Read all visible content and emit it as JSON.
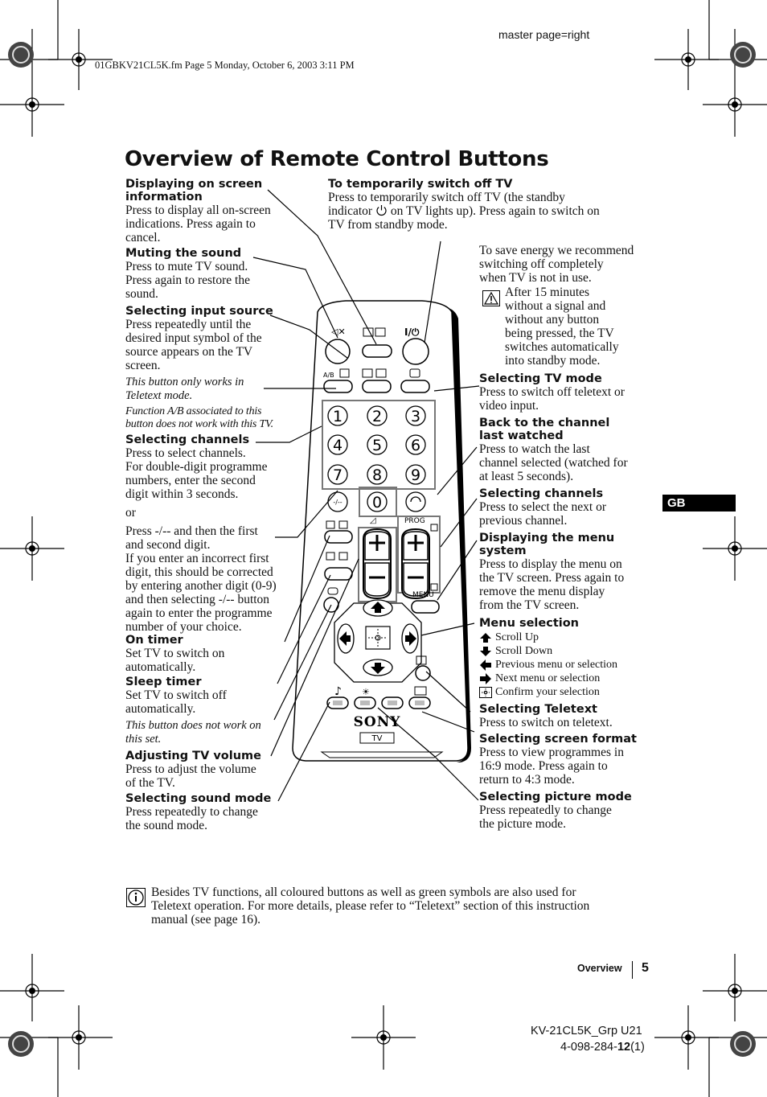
{
  "header": {
    "master": "master page=right",
    "file_info": "01GBKV21CL5K.fm  Page 5  Monday, October 6, 2003  3:11 PM"
  },
  "title": "Overview of Remote Control Buttons",
  "left": {
    "osd_h1": "Displaying on screen",
    "osd_h2": "information",
    "osd_b1": "Press to display all on-screen",
    "osd_b2": "indications. Press again to",
    "osd_b3": "cancel.",
    "mute_h": "Muting the sound",
    "mute_b1": "Press to mute TV sound.",
    "mute_b2": "Press again to restore the",
    "mute_b3": "sound.",
    "input_h": "Selecting input source",
    "input_b1": "Press repeatedly until the",
    "input_b2": "desired input symbol of the",
    "input_b3": "source appears on the TV",
    "input_b4": "screen.",
    "input_i1": "This button only works in",
    "input_i2": "Teletext mode.",
    "ab_i1": "Function A/B associated to this",
    "ab_i2": "button does not work with this TV.",
    "chan_h": "Selecting channels",
    "chan_b1": "Press to select channels.",
    "chan_b2": "For double-digit programme",
    "chan_b3": "numbers, enter the second",
    "chan_b4": "digit within 3 seconds.",
    "or": "or",
    "chan_b5": "Press -/-- and then the first",
    "chan_b6": "and second digit.",
    "chan_b7": "If you enter an incorrect first",
    "chan_b8": "digit, this should be corrected",
    "chan_b9": "by entering another digit (0-9)",
    "chan_b10": "and then selecting -/-- button",
    "chan_b11": "again to enter the programme",
    "chan_b12": "number of your choice.",
    "ontimer_h": "On timer",
    "ontimer_b1": "Set TV to switch on",
    "ontimer_b2": "automatically.",
    "sleep_h": "Sleep timer",
    "sleep_b1": "Set TV to switch off",
    "sleep_b2": "automatically.",
    "sleep_i1": "This button does not work on",
    "sleep_i2": "this set.",
    "vol_h": "Adjusting TV volume",
    "vol_b1": "Press to adjust the volume",
    "vol_b2": "of the TV.",
    "sound_h": "Selecting sound mode",
    "sound_b1": "Press repeatedly to change",
    "sound_b2": "the sound mode."
  },
  "top": {
    "off_h": "To temporarily switch off TV",
    "off_b1": "Press to temporarily switch off TV (the standby",
    "off_b2a": "indicator",
    "off_b2b": "on TV lights up). Press again to switch on",
    "off_b3": "TV from standby mode."
  },
  "right": {
    "save_b1": "To save energy we recommend",
    "save_b2": "switching off completely",
    "save_b3": "when TV is not in use.",
    "warn_b1": "After 15 minutes",
    "warn_b2": "without a signal and",
    "warn_b3": "without any button",
    "warn_b4": "being pressed, the TV",
    "warn_b5": "switches automatically",
    "warn_b6": "into standby mode.",
    "tvmode_h": "Selecting TV mode",
    "tvmode_b1": "Press to switch off teletext or",
    "tvmode_b2": "video input.",
    "back_h1": "Back to the channel",
    "back_h2": "last watched",
    "back_b1": "Press to watch the last",
    "back_b2": "channel selected (watched for",
    "back_b3": "at least 5 seconds).",
    "chan_h": "Selecting channels",
    "chan_b1": "Press to select the next or",
    "chan_b2": "previous channel.",
    "menu_h1": "Displaying the menu",
    "menu_h2": "system",
    "menu_b1": "Press to display the menu on",
    "menu_b2": "the TV screen. Press again to",
    "menu_b3": "remove the menu display",
    "menu_b4": "from the TV screen.",
    "menusel_h": "Menu selection",
    "legend": [
      "Scroll Up",
      "Scroll Down",
      "Previous menu or selection",
      "Next menu or selection",
      "Confirm your selection"
    ],
    "tt_h": "Selecting Teletext",
    "tt_b1": "Press to switch on teletext.",
    "fmt_h": "Selecting screen format",
    "fmt_b1": "Press to view programmes in",
    "fmt_b2": "16:9 mode. Press again to",
    "fmt_b3": "return to 4:3 mode.",
    "pic_h": "Selecting picture mode",
    "pic_b1": "Press repeatedly to change",
    "pic_b2": "the picture mode."
  },
  "gb_tab": "GB",
  "remote": {
    "digits": [
      "1",
      "2",
      "3",
      "4",
      "5",
      "6",
      "7",
      "8",
      "9",
      "0"
    ],
    "ab": "A/B",
    "dash": "-/--",
    "prog": "PROG",
    "menu": "MENU",
    "brand": "SONY",
    "tv": "TV"
  },
  "note": {
    "l1": "Besides TV functions, all coloured buttons as well as green symbols are also used for",
    "l2": "Teletext operation. For more details, please refer to “Teletext” section of this instruction",
    "l3": "manual (see page 16)."
  },
  "footer": {
    "section": "Overview",
    "page": "5",
    "model": "KV-21CL5K_Grp U21",
    "part_a": "4-098-284-",
    "part_b": "12",
    "part_c": "(1)"
  }
}
